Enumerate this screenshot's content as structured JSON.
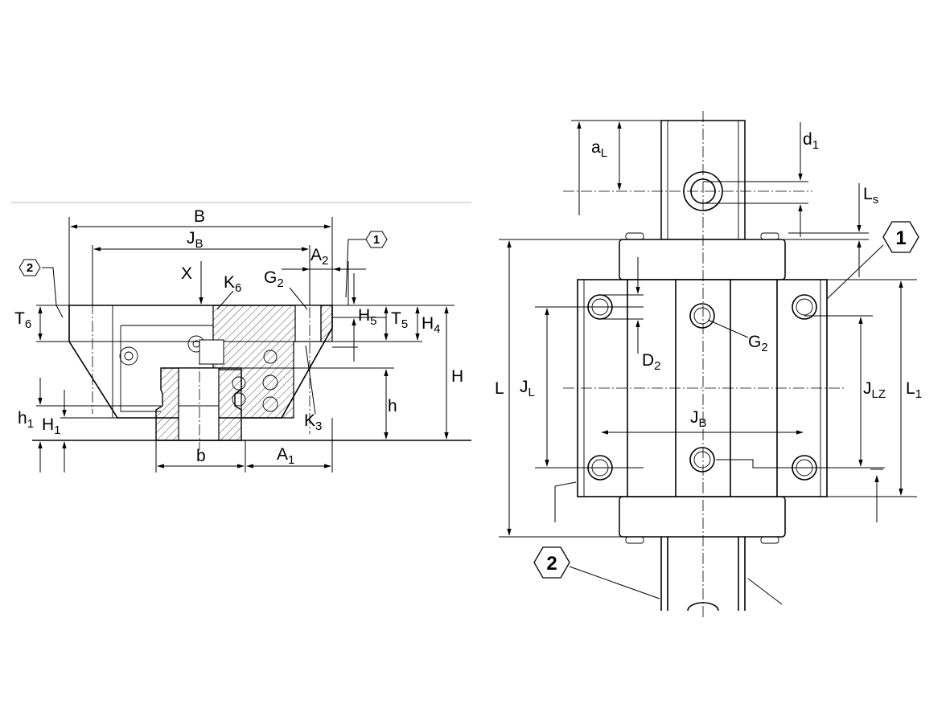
{
  "labels": {
    "B": "B",
    "JB": {
      "main": "J",
      "sub": "B"
    },
    "A2": {
      "main": "A",
      "sub": "2"
    },
    "X": "X",
    "K6": {
      "main": "K",
      "sub": "6"
    },
    "G2": {
      "main": "G",
      "sub": "2"
    },
    "T6": {
      "main": "T",
      "sub": "6"
    },
    "H5": {
      "main": "H",
      "sub": "5"
    },
    "T5": {
      "main": "T",
      "sub": "5"
    },
    "H4": {
      "main": "H",
      "sub": "4"
    },
    "H": "H",
    "h": "h",
    "K3": {
      "main": "K",
      "sub": "3"
    },
    "h1": {
      "main": "h",
      "sub": "1"
    },
    "H1": {
      "main": "H",
      "sub": "1"
    },
    "b": "b",
    "A1": {
      "main": "A",
      "sub": "1"
    },
    "aL": {
      "main": "a",
      "sub": "L"
    },
    "d1": {
      "main": "d",
      "sub": "1"
    },
    "Ls": {
      "main": "L",
      "sub": "s"
    },
    "D2": {
      "main": "D",
      "sub": "2"
    },
    "L": "L",
    "JL": {
      "main": "J",
      "sub": "L"
    },
    "JLZ": {
      "main": "J",
      "sub": "LZ"
    },
    "L1": {
      "main": "L",
      "sub": "1"
    }
  },
  "callouts": {
    "ref1": "1",
    "ref2": "2"
  }
}
